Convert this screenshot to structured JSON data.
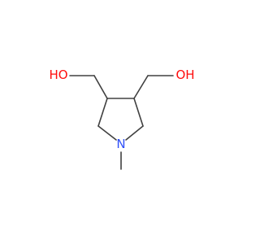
{
  "molecule": {
    "atoms": {
      "oh_left": {
        "label": "HO",
        "color": "#ff0d0d"
      },
      "oh_right": {
        "label": "OH",
        "color": "#ff0d0d"
      },
      "nitrogen": {
        "label": "N",
        "color": "#3050f8"
      }
    },
    "bond_color": "#404040",
    "background": "#ffffff"
  }
}
